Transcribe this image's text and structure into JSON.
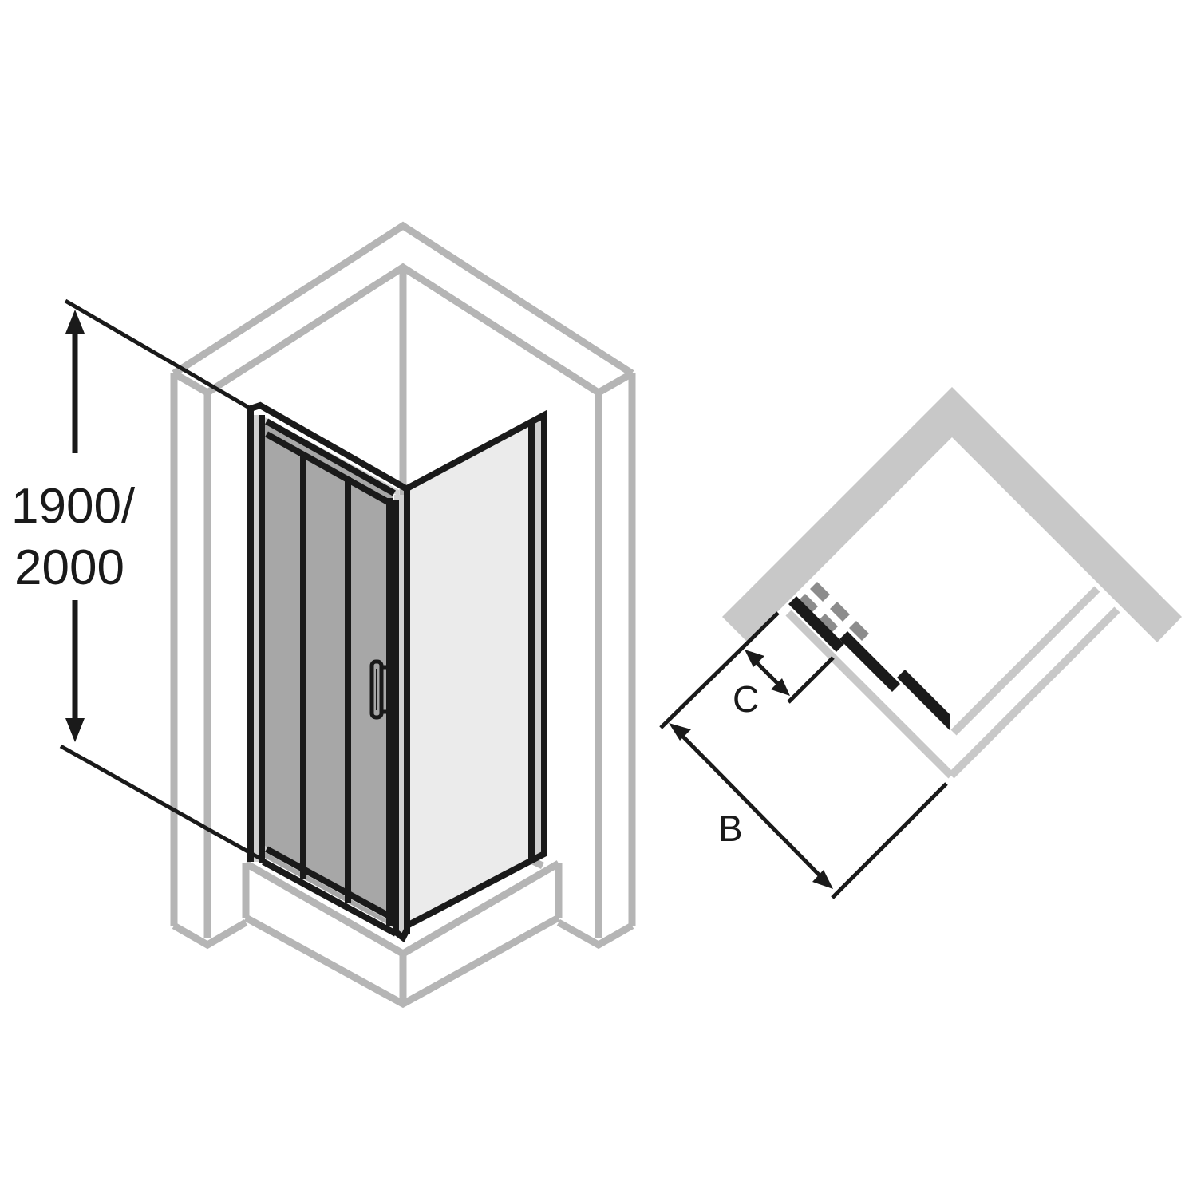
{
  "diagram": {
    "type": "technical-drawing",
    "subject": "corner shower enclosure with 3-panel sliding door and fixed side panel",
    "colors": {
      "outline": "#1a1a1a",
      "context": "#b5b5b5",
      "wall_fill": "#c8c8c8",
      "door_glass": "#a7a7a7",
      "side_glass": "#ebebeb",
      "profile_light": "#d0d0d0",
      "panel_ghost": "#8c8c8c",
      "background": "#ffffff"
    },
    "isometric_view": {
      "height_dimension": {
        "line1": "1900/",
        "line2": "2000"
      },
      "door_panels": 3,
      "handle": "vertical bar handle"
    },
    "plan_view": {
      "dimensions": {
        "width_label": "B",
        "entry_label": "C"
      }
    }
  }
}
